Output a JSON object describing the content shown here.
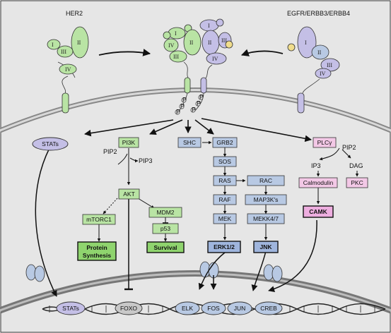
{
  "receptors": {
    "her2_label": "HER2",
    "egfr_label": "EGFR/ERBB3/ERBB4",
    "domains": [
      "I",
      "II",
      "III",
      "IV"
    ],
    "phospho": "P"
  },
  "lipids": {
    "pip2_left": "PIP2",
    "pip3": "PIP3",
    "pip2_right": "PIP2",
    "ip3": "IP3",
    "dag": "DAG"
  },
  "nodes": {
    "stats": "STATs",
    "pi3k": "PI3K",
    "akt": "AKT",
    "mtorc1": "mTORC1",
    "protein_synthesis_1": "Protein",
    "protein_synthesis_2": "Synthesis",
    "mdm2": "MDM2",
    "p53": "p53",
    "survival": "Survival",
    "shc": "SHC",
    "grb2": "GRB2",
    "sos": "SOS",
    "ras": "RAS",
    "raf": "RAF",
    "mek": "MEK",
    "erk": "ERK1/2",
    "rac": "RAC",
    "map3k": "MAP3K's",
    "mekk": "MEKK4/7",
    "jnk": "JNK",
    "plcg": "PLCγ",
    "calmodulin": "Calmodulin",
    "pkc": "PKC",
    "camk": "CAMK"
  },
  "nucleus": {
    "stats": "STATs",
    "foxo": "FOXO",
    "elk": "ELK",
    "fos": "FOS",
    "jun": "JUN",
    "creb": "CREB"
  },
  "colors": {
    "green": "#b9e4a4",
    "blue": "#b8c9e3",
    "lavender": "#c4bfe6",
    "pink": "#f3c8e6",
    "gray": "#c8c8c8"
  }
}
